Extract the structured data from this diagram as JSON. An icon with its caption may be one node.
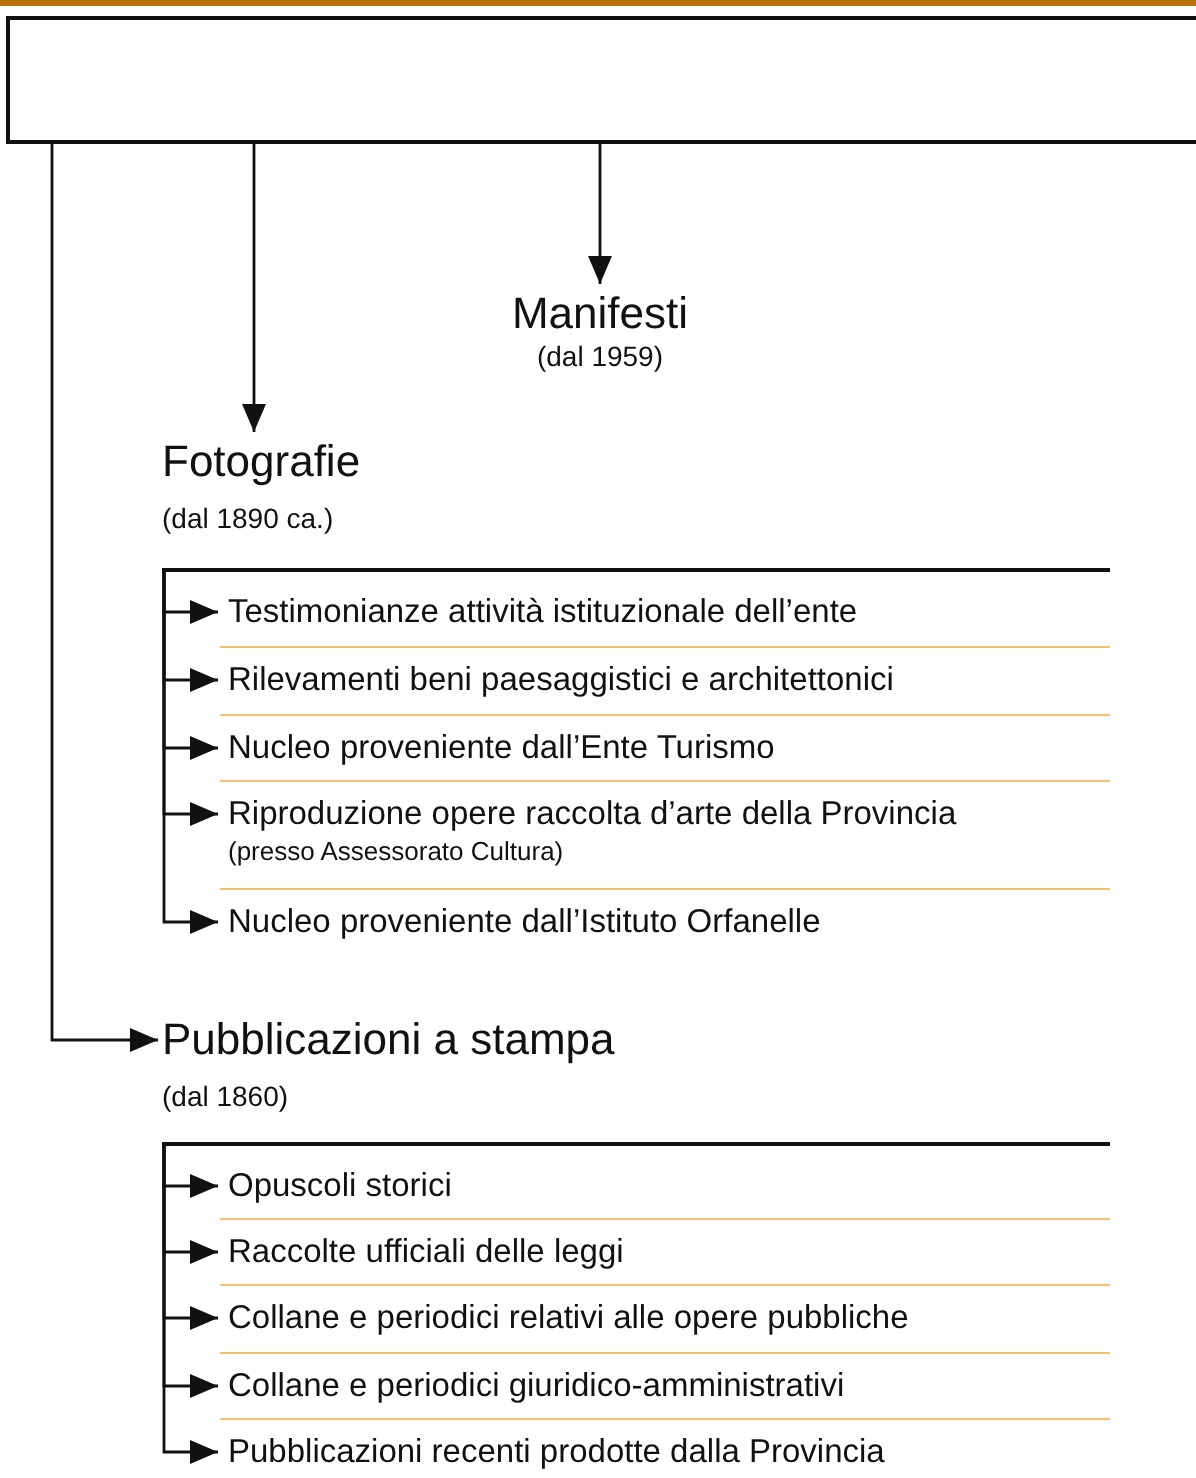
{
  "diagram": {
    "nodes": [
      {
        "text": [],
        "shape": "box"
      },
      {
        "text": [
          "Manifesti",
          "(dal 1959)"
        ]
      },
      {
        "text": [
          "Fotografie",
          "(dal 1890 ca.)"
        ]
      },
      {
        "text": [
          "Testimonianze attività istituzionale dell’ente"
        ]
      },
      {
        "text": [
          "Rilevamenti beni paesaggistici e architettonici"
        ]
      },
      {
        "text": [
          "Nucleo proveniente dall’Ente Turismo"
        ]
      },
      {
        "text": [
          "Riproduzione opere raccolta d’arte della Provincia",
          "(presso Assessorato Cultura)"
        ]
      },
      {
        "text": [
          "Nucleo proveniente dall’Istituto Orfanelle"
        ]
      },
      {
        "text": [
          "Pubblicazioni a stampa",
          "(dal 1860)"
        ]
      },
      {
        "text": [
          "Opuscoli storici"
        ]
      },
      {
        "text": [
          "Raccolte ufficiali delle leggi"
        ]
      },
      {
        "text": [
          "Collane e periodici relativi alle opere pubbliche"
        ]
      },
      {
        "text": [
          "Collane e periodici giuridico-amministrativi"
        ]
      },
      {
        "text": [
          "Pubblicazioni recenti prodotte dalla Provincia"
        ]
      }
    ],
    "edges": [
      {
        "from": 0,
        "to": 1,
        "arrow": "to"
      },
      {
        "from": 0,
        "to": 2,
        "arrow": "to"
      },
      {
        "from": 2,
        "to": 3,
        "arrow": "to"
      },
      {
        "from": 2,
        "to": 4,
        "arrow": "to"
      },
      {
        "from": 2,
        "to": 5,
        "arrow": "to"
      },
      {
        "from": 2,
        "to": 6,
        "arrow": "to"
      },
      {
        "from": 2,
        "to": 7,
        "arrow": "to"
      },
      {
        "from": 0,
        "to": 8,
        "arrow": "to"
      },
      {
        "from": 8,
        "to": 9,
        "arrow": "to"
      },
      {
        "from": 8,
        "to": 10,
        "arrow": "to"
      },
      {
        "from": 8,
        "to": 11,
        "arrow": "to"
      },
      {
        "from": 8,
        "to": 12,
        "arrow": "to"
      },
      {
        "from": 8,
        "to": 13,
        "arrow": "to"
      }
    ]
  }
}
